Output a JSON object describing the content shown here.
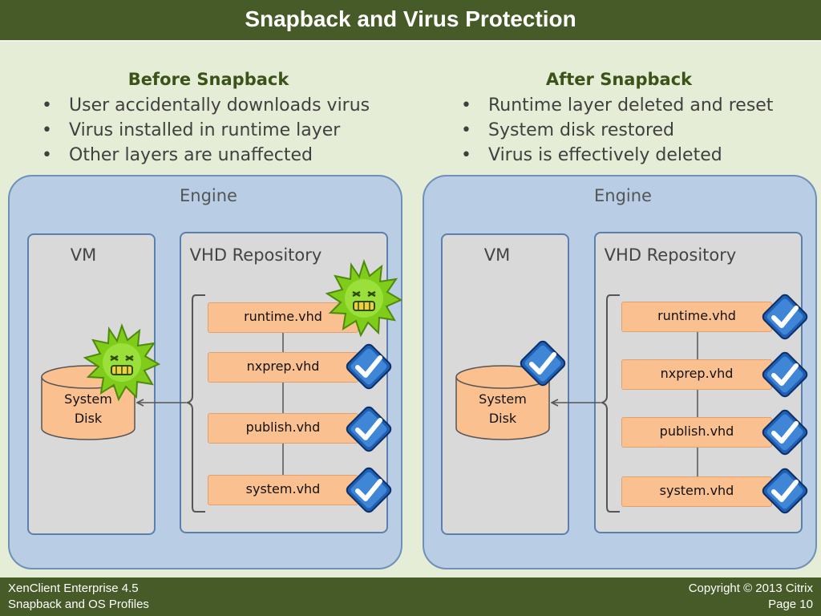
{
  "title": "Snapback and Virus Protection",
  "left": {
    "heading": "Before Snapback",
    "bullets": [
      "User accidentally downloads virus",
      "Virus installed in runtime layer",
      "Other layers are unaffected"
    ],
    "engine_label": "Engine",
    "vm_label": "VM",
    "repo_label": "VHD Repository",
    "disk_line1": "System",
    "disk_line2": "Disk",
    "vhds": [
      "runtime.vhd",
      "nxprep.vhd",
      "publish.vhd",
      "system.vhd"
    ]
  },
  "right": {
    "heading": "After Snapback",
    "bullets": [
      "Runtime layer deleted and reset",
      "System disk restored",
      "Virus is effectively deleted"
    ],
    "engine_label": "Engine",
    "vm_label": "VM",
    "repo_label": "VHD Repository",
    "disk_line1": "System",
    "disk_line2": "Disk",
    "vhds": [
      "runtime.vhd",
      "nxprep.vhd",
      "publish.vhd",
      "system.vhd"
    ]
  },
  "footer": {
    "product": "XenClient Enterprise 4.5",
    "subtitle": "Snapback and OS Profiles",
    "copyright": "Copyright © 2013 Citrix",
    "page": "Page 10"
  },
  "colors": {
    "header_bg": "#465b27",
    "engine_bg": "#b9cde5",
    "panel_bg": "#d9d9d9",
    "vhd_bg": "#fac090",
    "check_blue": "#1f5fb4",
    "virus_green": "#7fcc1a"
  },
  "icons": {
    "clean": "check-icon",
    "infected": "virus-icon"
  }
}
